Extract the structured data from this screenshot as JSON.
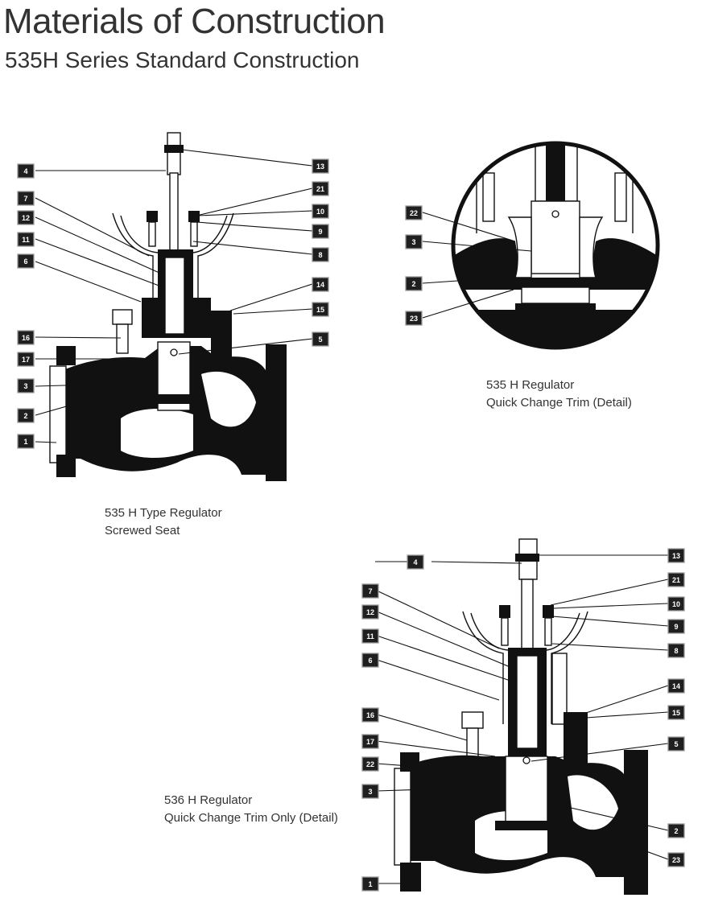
{
  "header": {
    "title": "Materials of Construction",
    "subtitle": "535H Series Standard Construction"
  },
  "figures": {
    "fig1": {
      "caption_line1": "535 H Type Regulator",
      "caption_line2": "Screwed Seat",
      "callouts": {
        "c1": "1",
        "c2": "2",
        "c3": "3",
        "c4": "4",
        "c5": "5",
        "c6": "6",
        "c7": "7",
        "c8": "8",
        "c9": "9",
        "c10": "10",
        "c11": "11",
        "c12": "12",
        "c13": "13",
        "c14": "14",
        "c15": "15",
        "c16": "16",
        "c17": "17",
        "c21": "21"
      }
    },
    "fig2": {
      "caption_line1": "535 H Regulator",
      "caption_line2": "Quick Change Trim (Detail)",
      "callouts": {
        "c2": "2",
        "c3": "3",
        "c22": "22",
        "c23": "23"
      }
    },
    "fig3": {
      "caption_line1": "536 H Regulator",
      "caption_line2": "Quick Change Trim Only (Detail)",
      "callouts": {
        "c1": "1",
        "c2": "2",
        "c3": "3",
        "c4": "4",
        "c5": "5",
        "c6": "6",
        "c7": "7",
        "c8": "8",
        "c9": "9",
        "c10": "10",
        "c11": "11",
        "c12": "12",
        "c13": "13",
        "c14": "14",
        "c15": "15",
        "c16": "16",
        "c17": "17",
        "c21": "21",
        "c22": "22",
        "c23": "23"
      }
    }
  }
}
